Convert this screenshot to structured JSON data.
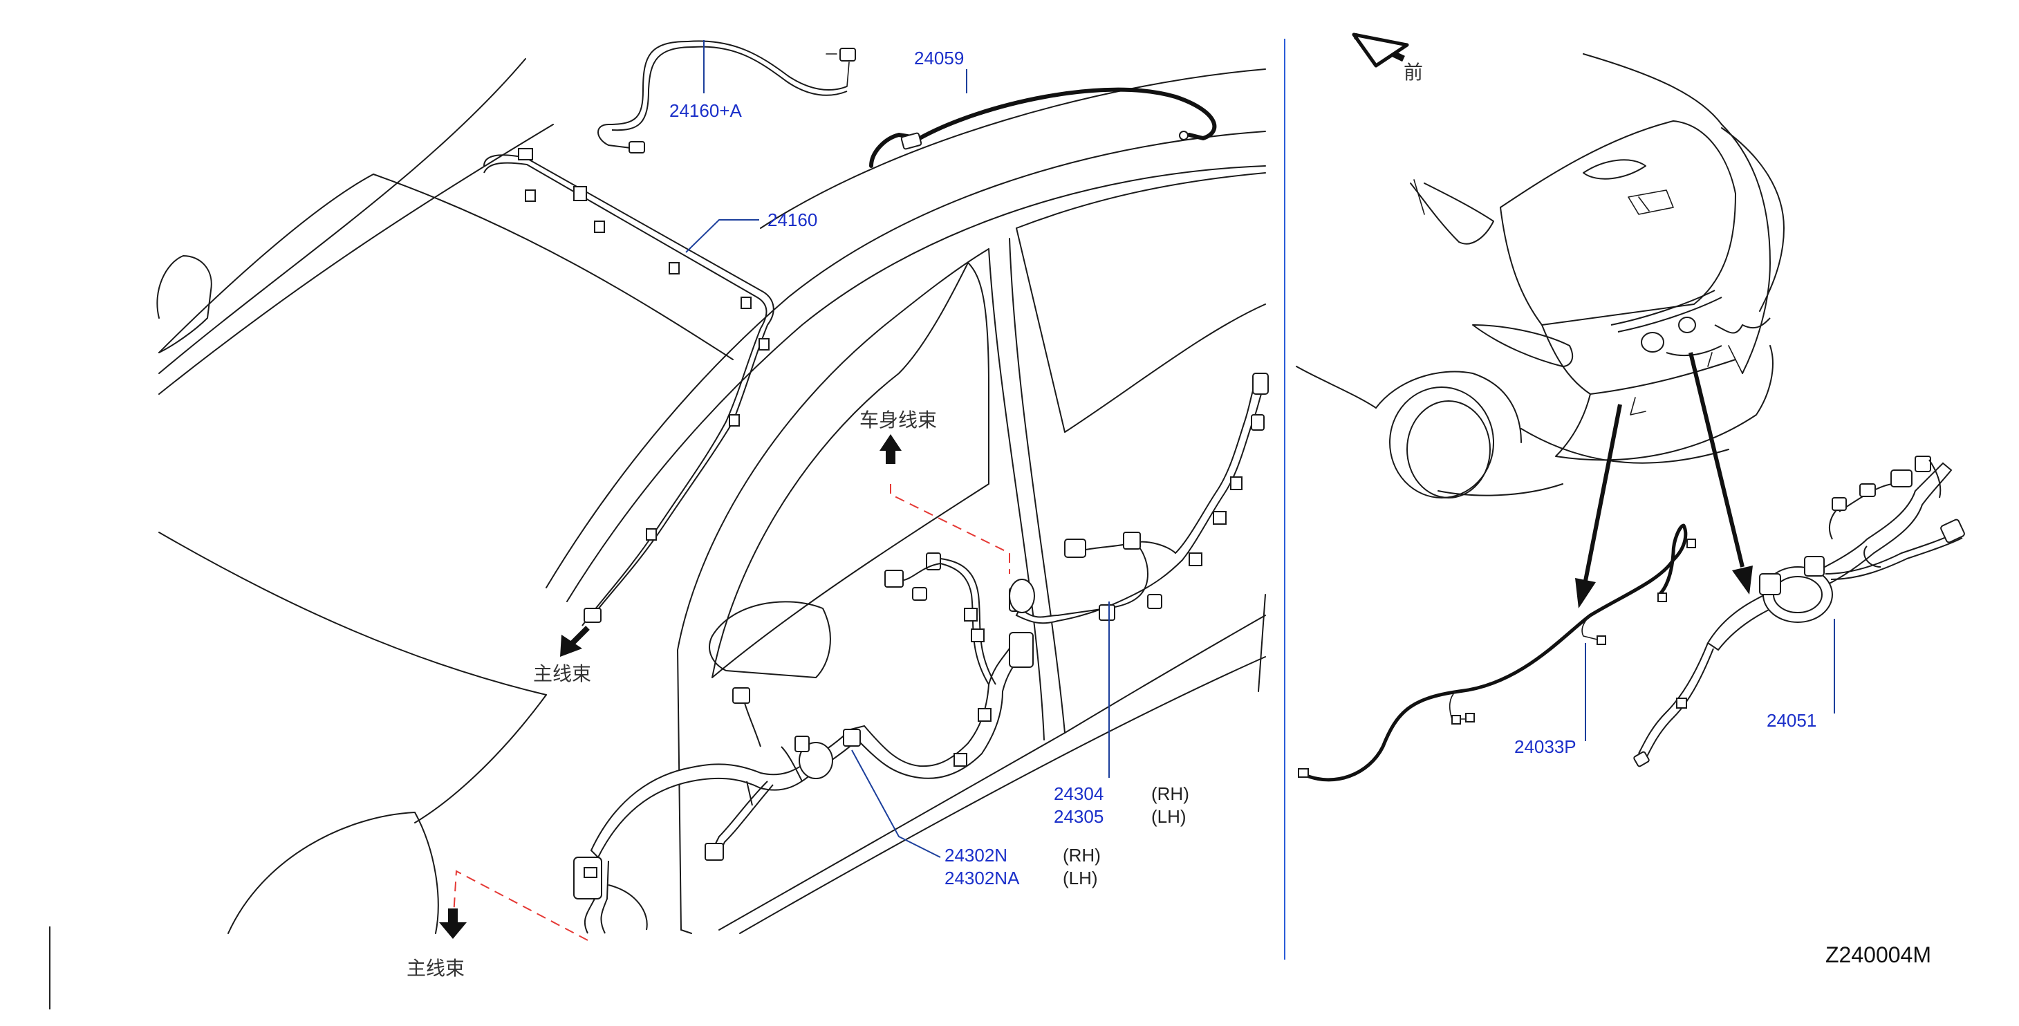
{
  "diagram": {
    "reference_code": "Z240004M",
    "front_label": "前",
    "labels": {
      "main_harness_upper": "主线束",
      "main_harness_lower": "主线束",
      "body_harness": "车身线束"
    },
    "parts": {
      "p24160A": "24160+A",
      "p24059": "24059",
      "p24160": "24160",
      "p24304": "24304",
      "p24304_side": "(RH)",
      "p24305": "24305",
      "p24305_side": "(LH)",
      "p24302N": "24302N",
      "p24302N_side": "(RH)",
      "p24302NA": "24302NA",
      "p24302NA_side": "(LH)",
      "p24033P": "24033P",
      "p24051": "24051"
    },
    "colors": {
      "part_number": "#1a2fc9",
      "leader_line": "#1c3f9c",
      "divider": "#2a5bd7",
      "dashed_routing": "#e53935",
      "linework": "#1a1a1a"
    }
  }
}
